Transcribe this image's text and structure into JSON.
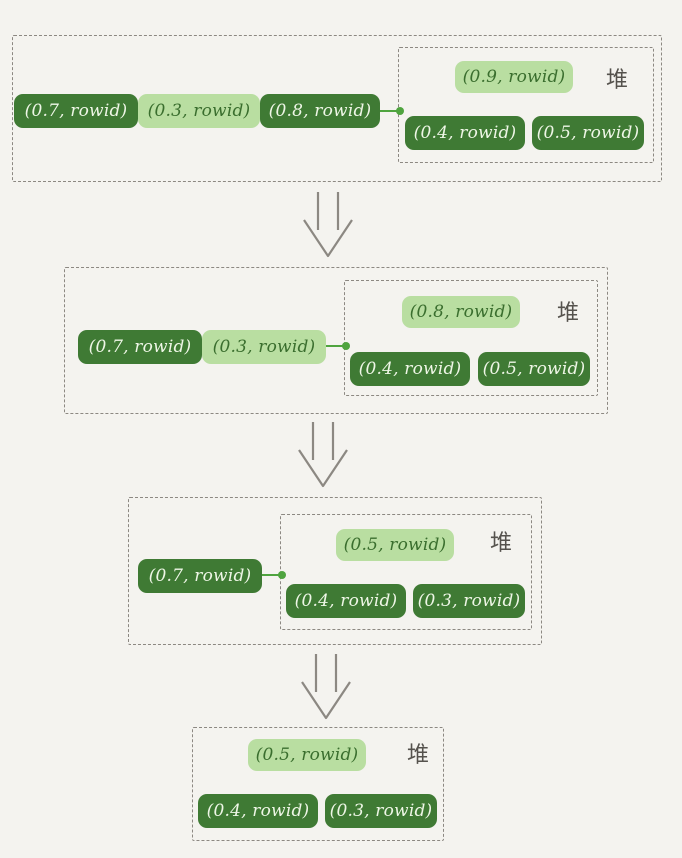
{
  "heap_label": "堆",
  "colors": {
    "dark": "#3f7a34",
    "light": "#b9dea1",
    "connector": "#4fa43f",
    "border": "#8c8882",
    "background": "#f4f3ef"
  },
  "stages": [
    {
      "queue": [
        {
          "text": "(0.7, rowid)",
          "tone": "dark"
        },
        {
          "text": "(0.3, rowid)",
          "tone": "light"
        },
        {
          "text": "(0.8, rowid)",
          "tone": "dark"
        }
      ],
      "heap": {
        "top": {
          "text": "(0.9, rowid)",
          "tone": "light"
        },
        "bottom": [
          {
            "text": "(0.4, rowid)",
            "tone": "dark"
          },
          {
            "text": "(0.5, rowid)",
            "tone": "dark"
          }
        ]
      }
    },
    {
      "queue": [
        {
          "text": "(0.7, rowid)",
          "tone": "dark"
        },
        {
          "text": "(0.3, rowid)",
          "tone": "light"
        }
      ],
      "heap": {
        "top": {
          "text": "(0.8, rowid)",
          "tone": "light"
        },
        "bottom": [
          {
            "text": "(0.4, rowid)",
            "tone": "dark"
          },
          {
            "text": "(0.5, rowid)",
            "tone": "dark"
          }
        ]
      }
    },
    {
      "queue": [
        {
          "text": "(0.7, rowid)",
          "tone": "dark"
        }
      ],
      "heap": {
        "top": {
          "text": "(0.5, rowid)",
          "tone": "light"
        },
        "bottom": [
          {
            "text": "(0.4, rowid)",
            "tone": "dark"
          },
          {
            "text": "(0.3, rowid)",
            "tone": "dark"
          }
        ]
      }
    },
    {
      "queue": [],
      "heap": {
        "top": {
          "text": "(0.5, rowid)",
          "tone": "light"
        },
        "bottom": [
          {
            "text": "(0.4, rowid)",
            "tone": "dark"
          },
          {
            "text": "(0.3, rowid)",
            "tone": "dark"
          }
        ]
      }
    }
  ]
}
